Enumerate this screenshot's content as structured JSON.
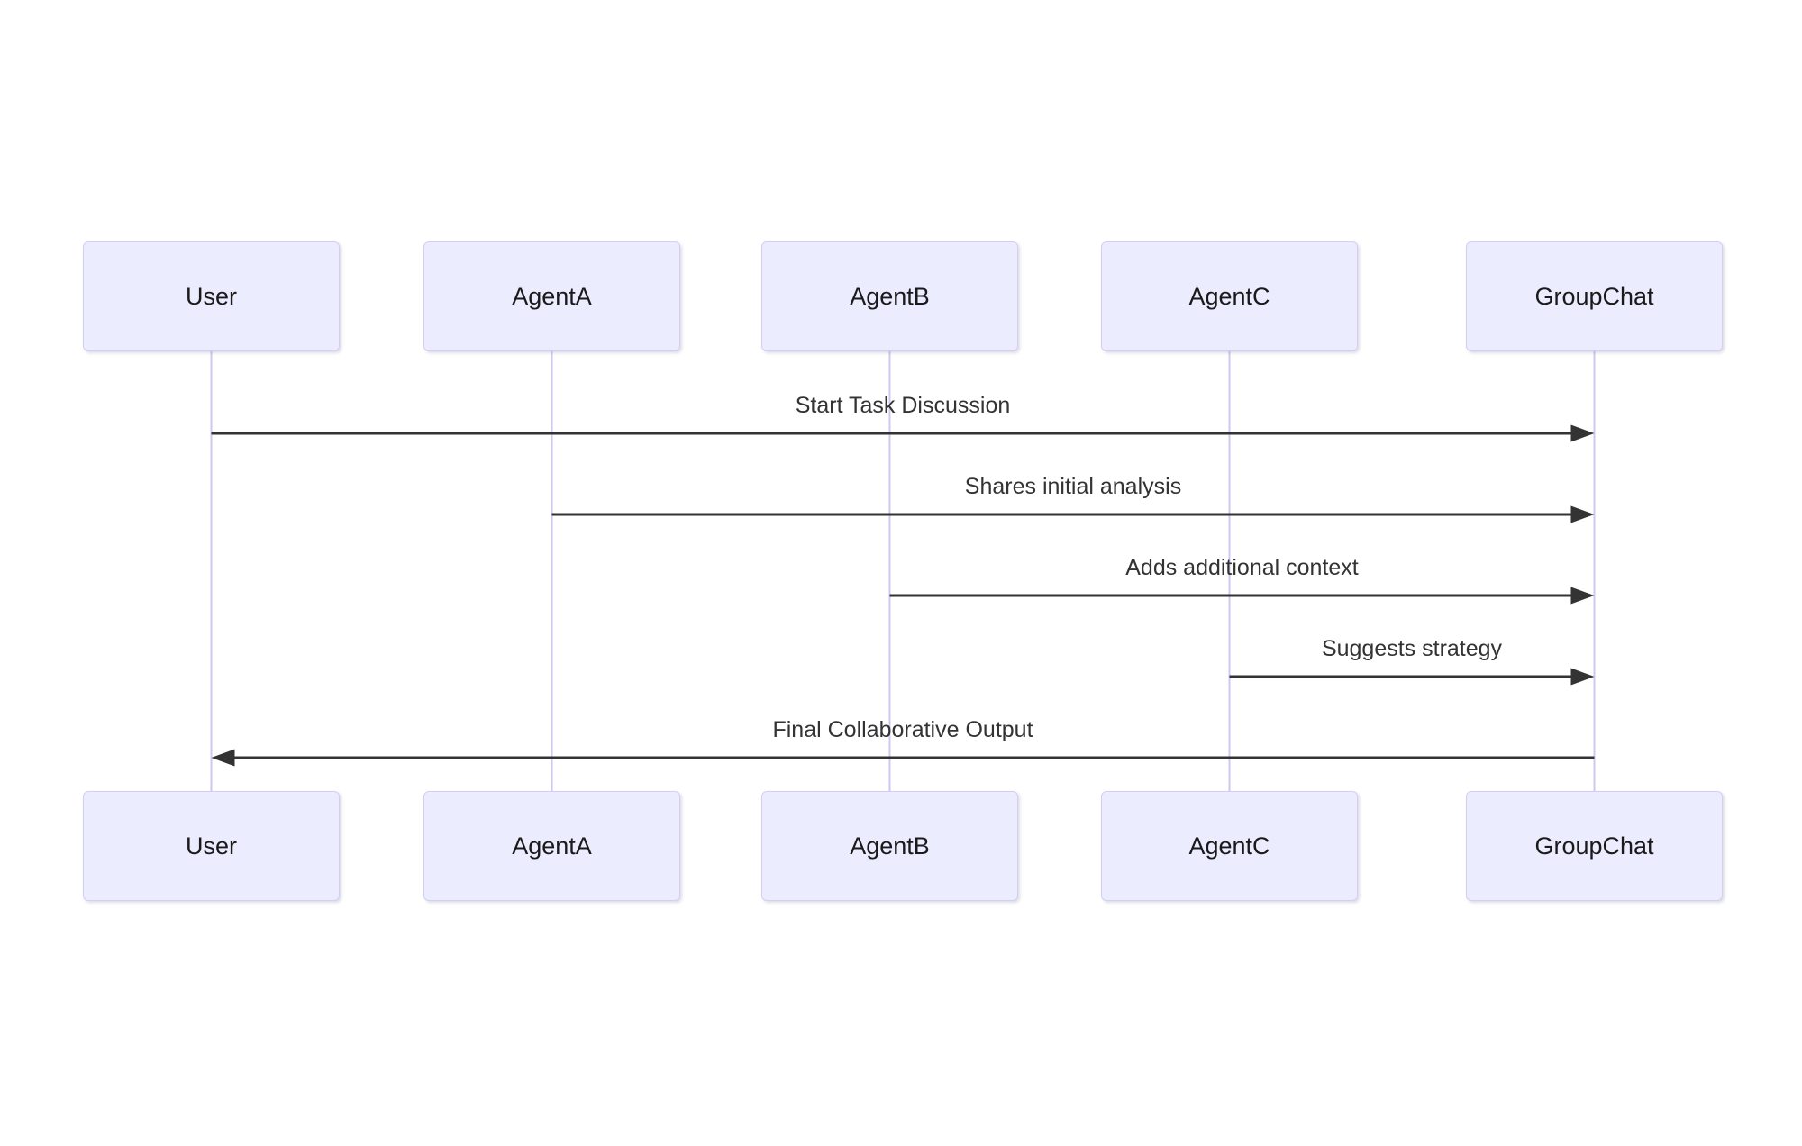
{
  "diagram": {
    "type": "sequence-diagram",
    "actors": [
      {
        "id": "User",
        "label": "User"
      },
      {
        "id": "AgentA",
        "label": "AgentA"
      },
      {
        "id": "AgentB",
        "label": "AgentB"
      },
      {
        "id": "AgentC",
        "label": "AgentC"
      },
      {
        "id": "GroupChat",
        "label": "GroupChat"
      }
    ],
    "messages": [
      {
        "from": "User",
        "to": "GroupChat",
        "label": "Start Task Discussion",
        "line": "solid",
        "arrowhead": "filled"
      },
      {
        "from": "AgentA",
        "to": "GroupChat",
        "label": "Shares initial analysis",
        "line": "solid",
        "arrowhead": "filled"
      },
      {
        "from": "AgentB",
        "to": "GroupChat",
        "label": "Adds additional context",
        "line": "solid",
        "arrowhead": "filled"
      },
      {
        "from": "AgentC",
        "to": "GroupChat",
        "label": "Suggests strategy",
        "line": "solid",
        "arrowhead": "filled"
      },
      {
        "from": "GroupChat",
        "to": "User",
        "label": "Final Collaborative Output",
        "line": "solid",
        "arrowhead": "filled"
      }
    ],
    "colors": {
      "actor_fill": "#ECECFF",
      "actor_border": "#D6CDF2",
      "lifeline": "#CCC9F0",
      "arrow": "#333333",
      "message_text": "#333333",
      "actor_text": "#1A1A1A",
      "background": "#FFFFFF"
    }
  }
}
